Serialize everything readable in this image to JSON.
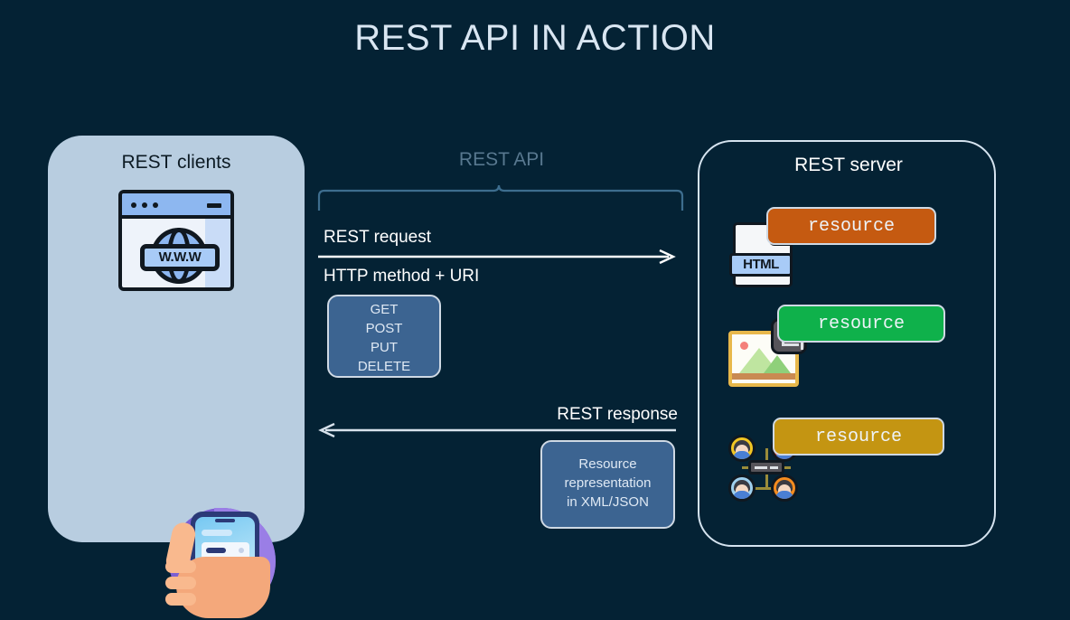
{
  "page": {
    "title": "REST API IN ACTION",
    "background_color": "#042234"
  },
  "client_panel": {
    "title": "REST clients",
    "panel_color": "#b8cde0",
    "icons": [
      {
        "name": "browser-www-icon",
        "label": "W.W.W"
      },
      {
        "name": "mobile-phone-in-hand-icon",
        "label": ""
      }
    ]
  },
  "api_section": {
    "label": "REST API",
    "label_color": "#58788f",
    "request": {
      "label": "REST request",
      "sub_label": "HTTP method + URI",
      "direction": "client-to-server",
      "methods": [
        "GET",
        "POST",
        "PUT",
        "DELETE"
      ],
      "methods_box_color": "#3c6491"
    },
    "response": {
      "label": "REST response",
      "direction": "server-to-client",
      "payload_lines": [
        "Resource",
        "representation",
        "in XML/JSON"
      ],
      "payload_box_color": "#3c6491"
    }
  },
  "server_panel": {
    "title": "REST server",
    "border_color": "#d5e3ef",
    "resources": [
      {
        "label": "resource",
        "color": "#c55a11",
        "icon": "html-file-icon",
        "icon_text": "HTML"
      },
      {
        "label": "resource",
        "color": "#0fb14b",
        "icon": "image-crop-icon",
        "icon_text": ""
      },
      {
        "label": "resource",
        "color": "#c49512",
        "icon": "user-network-icon",
        "icon_text": ""
      }
    ]
  }
}
